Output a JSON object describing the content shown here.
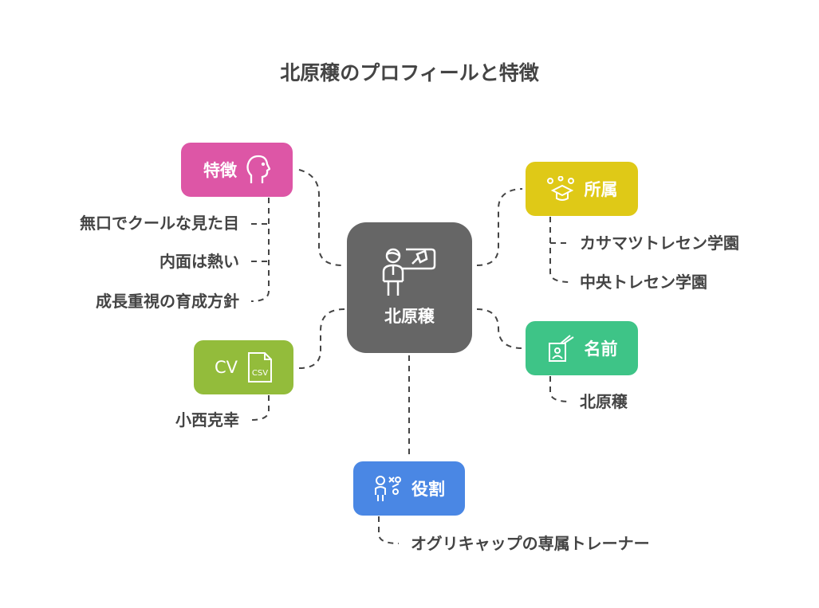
{
  "title": "北原穣のプロフィールと特徴",
  "center": {
    "label": "北原穣",
    "color": "#666666",
    "icon": "trainer-badminton-icon"
  },
  "branches": {
    "traits": {
      "label": "特徴",
      "color": "#DD56A6",
      "icon": "head-profile-icon",
      "items": [
        "無口でクールな見た目",
        "内面は熱い",
        "成長重視の育成方針"
      ]
    },
    "cv": {
      "label": "CV",
      "color": "#93BC3B",
      "icon": "csv-file-icon",
      "items": [
        "小西克幸"
      ]
    },
    "affiliation": {
      "label": "所属",
      "color": "#DFC917",
      "icon": "graduation-group-icon",
      "items": [
        "カサマツトレセン学園",
        "中央トレセン学園"
      ]
    },
    "name": {
      "label": "名前",
      "color": "#3EC487",
      "icon": "id-card-icon",
      "items": [
        "北原穣"
      ]
    },
    "role": {
      "label": "役割",
      "color": "#4A87E4",
      "icon": "strategy-person-icon",
      "items": [
        "オグリキャップの専属トレーナー"
      ]
    }
  }
}
